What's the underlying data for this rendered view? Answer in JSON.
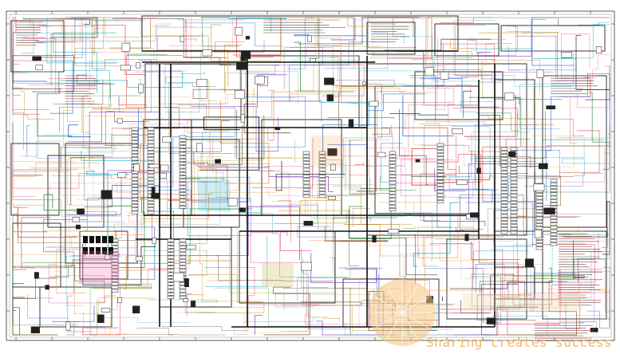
{
  "diagram": {
    "kind": "electrical-schematic",
    "background": "#ffffff",
    "wire_colors": [
      "#111111",
      "#e23b3b",
      "#2a8f3a",
      "#2f6fd6",
      "#f08a2c",
      "#ef6fb0",
      "#8a4bc2",
      "#19b3c6",
      "#c9a227",
      "#7a4a1f",
      "#8c8c8c"
    ],
    "zones": [
      {
        "name": "top-left-connector-block"
      },
      {
        "name": "left-harness-region"
      },
      {
        "name": "left-lower-fuse-panel"
      },
      {
        "name": "center-main-harness"
      },
      {
        "name": "center-control-module"
      },
      {
        "name": "right-controller-module"
      },
      {
        "name": "right-connector-stack"
      },
      {
        "name": "top-right-connector-block"
      },
      {
        "name": "bottom-right-legend-table"
      }
    ]
  },
  "watermark": {
    "text": "Sharing creates success",
    "color": "#f2b66d",
    "logo_color": "#f6c27c"
  }
}
